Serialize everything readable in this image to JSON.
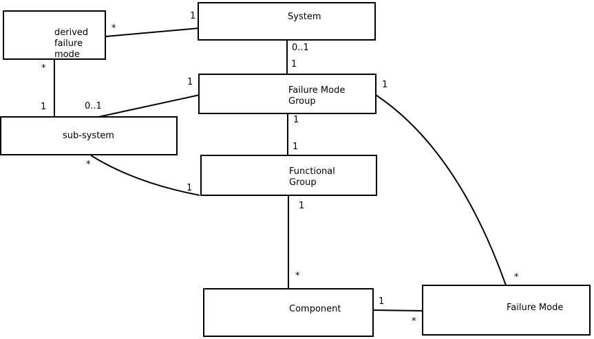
{
  "diagram": {
    "type": "uml-class-diagram",
    "colors": {
      "background": "#ffffff",
      "line": "#000000",
      "text": "#000000"
    },
    "boxes": {
      "derived_failure_mode": {
        "lines": [
          "derived",
          "failure",
          "mode"
        ]
      },
      "system": {
        "lines": [
          "System"
        ]
      },
      "failure_mode_group": {
        "lines": [
          "Failure Mode",
          "Group"
        ]
      },
      "sub_system": {
        "lines": [
          "sub-system"
        ]
      },
      "functional_group": {
        "lines": [
          "Functional",
          "Group"
        ]
      },
      "component": {
        "lines": [
          "Component"
        ]
      },
      "failure_mode": {
        "lines": [
          "Failure Mode"
        ]
      }
    },
    "associations": {
      "derived_failure_mode__system": {
        "source_mult": "*",
        "target_mult": "1"
      },
      "system__failure_mode_group": {
        "source_mult": "0..1",
        "target_mult": "1"
      },
      "failure_mode_group__sub_system": {
        "source_mult": "1",
        "target_mult": "0..1"
      },
      "derived_failure_mode__sub_system": {
        "source_mult": "*",
        "target_mult": "1"
      },
      "failure_mode_group__functional_group": {
        "source_mult": "1",
        "target_mult": "1"
      },
      "sub_system__functional_group": {
        "source_mult": "*",
        "target_mult": "1"
      },
      "functional_group__component": {
        "source_mult": "1",
        "target_mult": "*"
      },
      "component__failure_mode": {
        "source_mult": "1",
        "target_mult": "*"
      },
      "failure_mode_group__failure_mode": {
        "source_mult": "1",
        "target_mult": "*"
      }
    }
  }
}
